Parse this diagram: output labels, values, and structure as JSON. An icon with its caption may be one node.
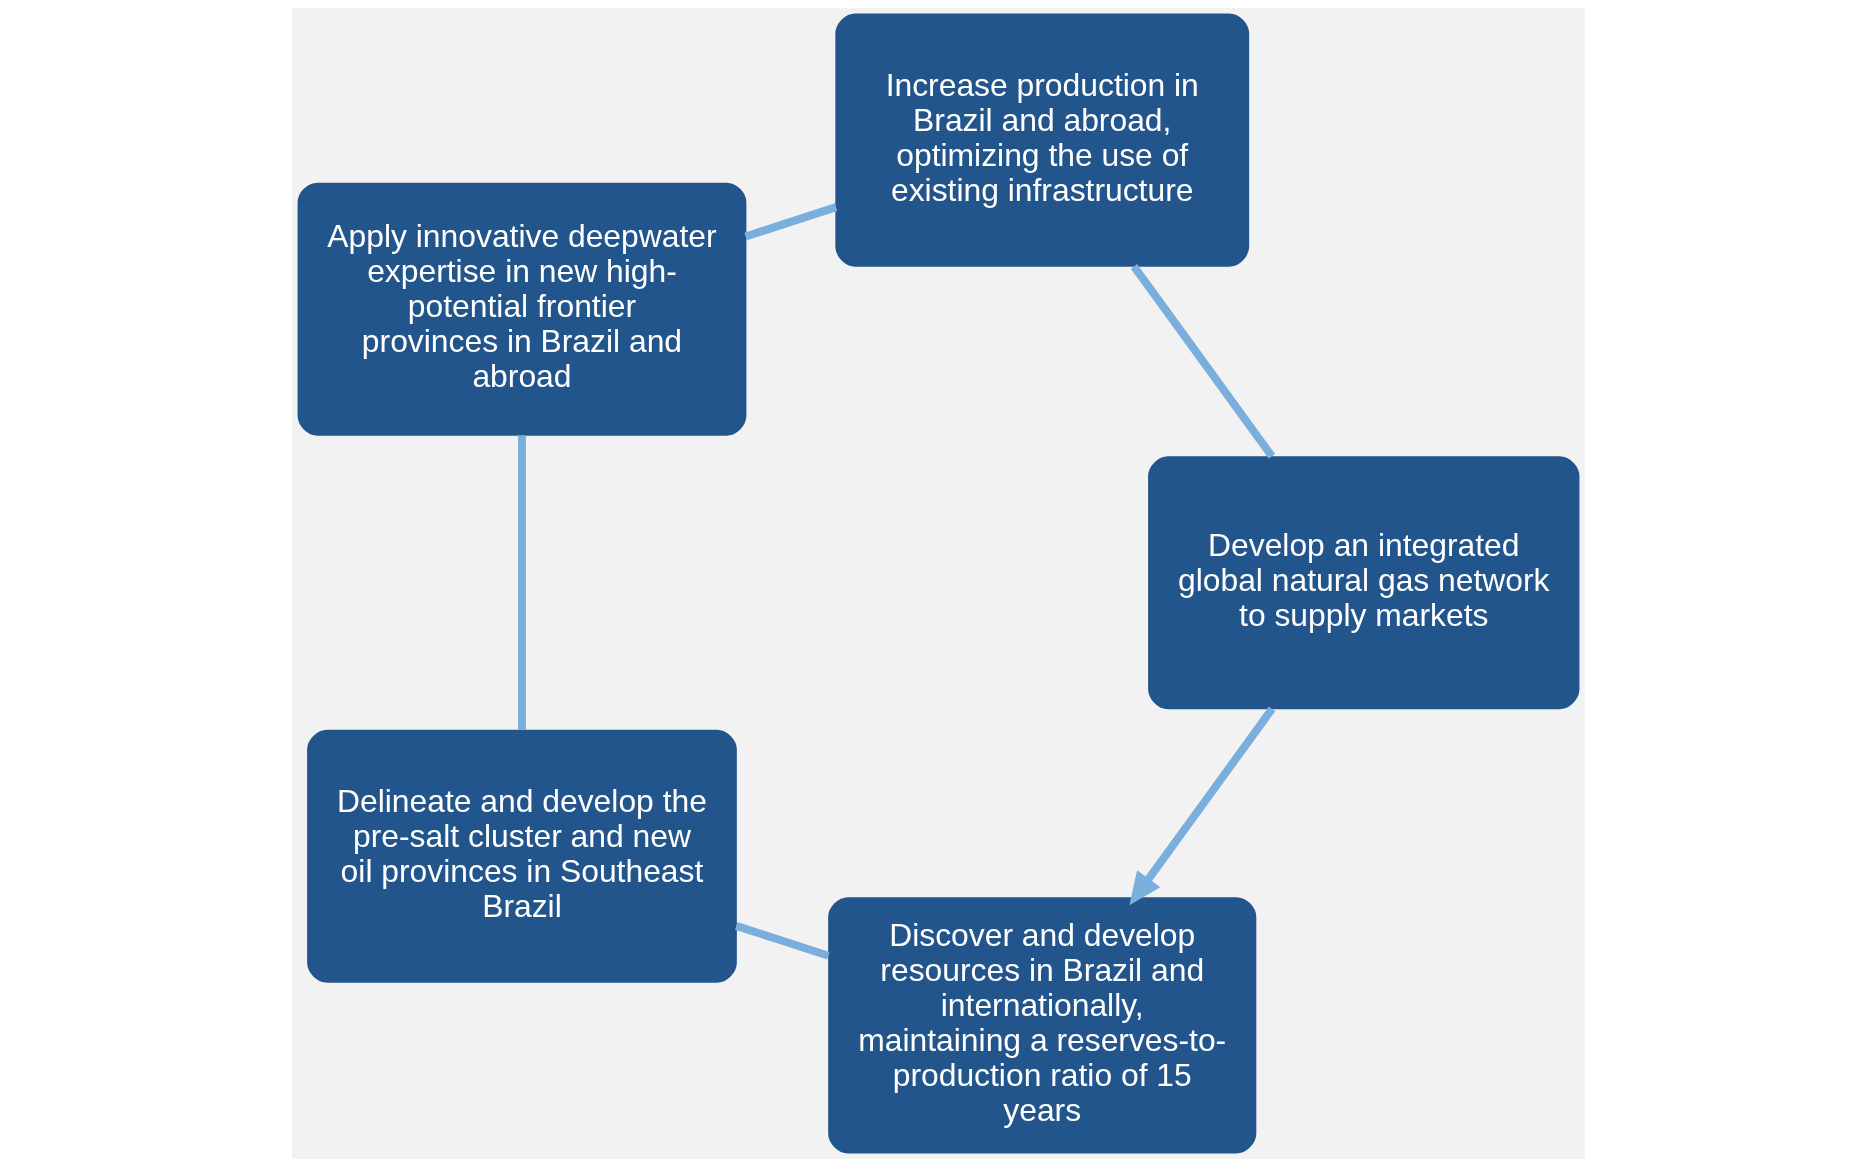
{
  "diagram": {
    "nodes": [
      {
        "text": [
          "Discover and develop resources in Brazil and internationally, maintaining a reserves-to-production ratio of 15 years"
        ]
      },
      {
        "text": [
          "Delineate and develop the pre-salt cluster and new oil provinces in Southeast Brazil"
        ]
      },
      {
        "text": [
          "Apply innovative deepwater expertise in new high-potential frontier provinces in Brazil and abroad"
        ]
      },
      {
        "text": [
          "Increase production in Brazil and abroad, optimizing the use of existing infrastructure"
        ]
      },
      {
        "text": [
          "Develop an integrated global natural gas network to supply markets"
        ]
      }
    ],
    "edges": [
      {
        "from": 0,
        "to": 1,
        "arrow": "none"
      },
      {
        "from": 1,
        "to": 2,
        "arrow": "none"
      },
      {
        "from": 2,
        "to": 3,
        "arrow": "none"
      },
      {
        "from": 3,
        "to": 4,
        "arrow": "none"
      },
      {
        "from": 4,
        "to": 0,
        "arrow": "to"
      }
    ]
  }
}
